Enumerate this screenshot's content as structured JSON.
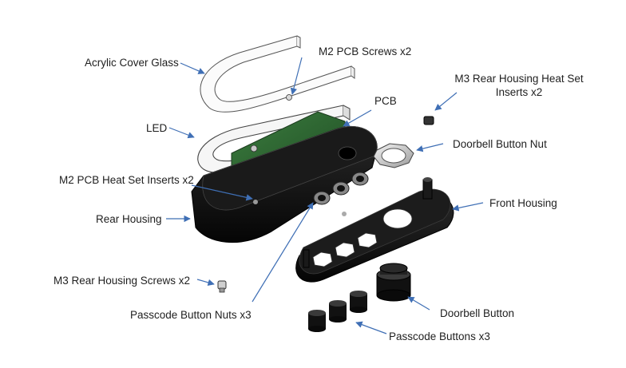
{
  "labels": {
    "acrylic_cover_glass": "Acrylic Cover Glass",
    "m2_pcb_screws": "M2 PCB Screws x2",
    "m3_rear_heat_set_line1": "M3 Rear Housing Heat Set",
    "m3_rear_heat_set_line2": "Inserts x2",
    "pcb": "PCB",
    "led": "LED",
    "doorbell_button_nut": "Doorbell Button Nut",
    "m2_pcb_heat_set_inserts": "M2 PCB Heat Set Inserts x2",
    "front_housing": "Front Housing",
    "rear_housing": "Rear Housing",
    "m3_rear_housing_screws": "M3 Rear Housing Screws x2",
    "passcode_button_nuts": "Passcode Button Nuts x3",
    "doorbell_button": "Doorbell Button",
    "passcode_buttons": "Passcode Buttons x3"
  },
  "colors": {
    "callout_arrow": "#3f6fb5",
    "housing": "#111111",
    "pcb_board": "#2f6b33",
    "led_strip": "#f2f2f2"
  }
}
